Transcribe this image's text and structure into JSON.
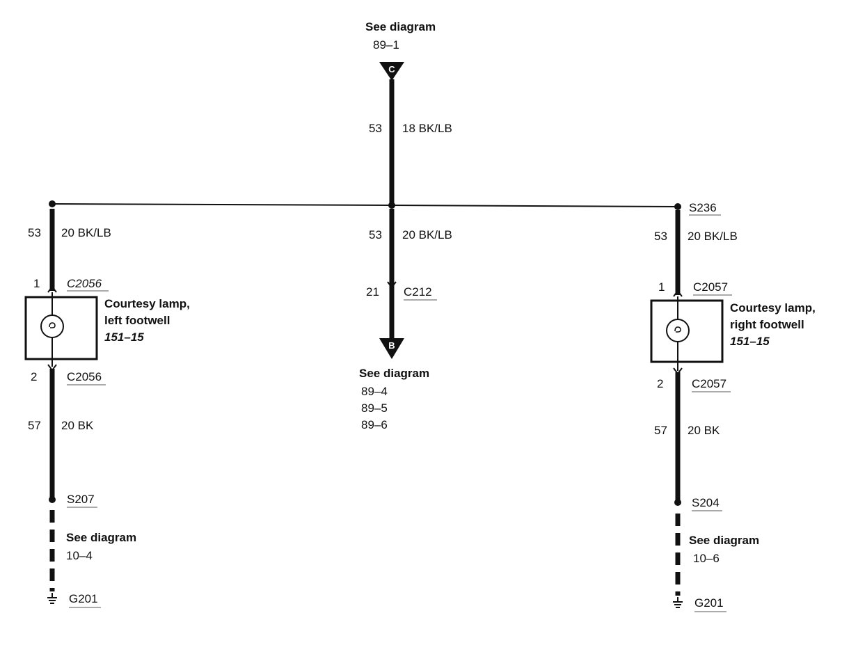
{
  "top": {
    "see_label": "See diagram",
    "ref": "89–1",
    "connector_letter": "C",
    "circuit": "53",
    "wire": "18 BK/LB"
  },
  "splice_top": "S236",
  "left": {
    "circuit": "53",
    "wire": "20 BK/LB",
    "pin_in": "1",
    "conn_in": "C2056",
    "lamp_title_1": "Courtesy lamp,",
    "lamp_title_2": "left footwell",
    "lamp_ref": "151–15",
    "pin_out": "2",
    "conn_out": "C2056",
    "ground_circuit": "57",
    "ground_wire": "20 BK",
    "splice": "S207",
    "see_label": "See diagram",
    "see_ref": "10–4",
    "ground": "G201"
  },
  "center": {
    "circuit": "53",
    "wire": "20 BK/LB",
    "pin": "21",
    "conn": "C212",
    "connector_letter": "B",
    "see_label": "See diagram",
    "refs": [
      "89–4",
      "89–5",
      "89–6"
    ]
  },
  "right": {
    "circuit": "53",
    "wire": "20 BK/LB",
    "pin_in": "1",
    "conn_in": "C2057",
    "lamp_title_1": "Courtesy lamp,",
    "lamp_title_2": "right footwell",
    "lamp_ref": "151–15",
    "pin_out": "2",
    "conn_out": "C2057",
    "ground_circuit": "57",
    "ground_wire": "20 BK",
    "splice": "S204",
    "see_label": "See diagram",
    "see_ref": "10–6",
    "ground": "G201"
  }
}
